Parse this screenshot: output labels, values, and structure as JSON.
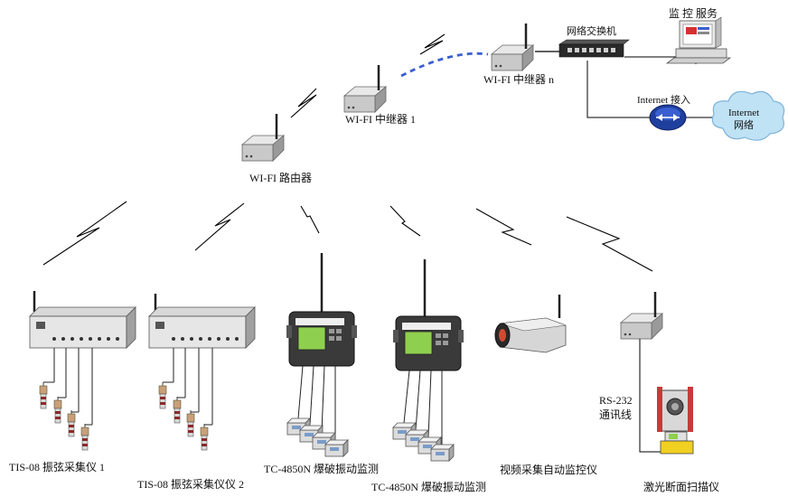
{
  "labels": {
    "monitor_service": "监 控 服务",
    "network_switch": "网络交换机",
    "wifi_repeater_n": "WI-FI 中继器  n",
    "wifi_repeater_1": "WI-FI 中继器 1",
    "wifi_router": "WI-FI 路由器",
    "internet_access": "Internet 接入",
    "internet_cloud_line1": "Internet",
    "internet_cloud_line2": "网络",
    "rs232_line1": "RS-232",
    "rs232_line2": "通讯线"
  },
  "devices": [
    {
      "id": "tis08-1",
      "label": "TIS-08 振弦采集仪 1"
    },
    {
      "id": "tis08-2",
      "label": "TIS-08 振弦采集仪仪  2"
    },
    {
      "id": "tc4850n-1",
      "label": "TC-4850N 爆破振动监测"
    },
    {
      "id": "tc4850n-2",
      "label": "TC-4850N 爆破振动监测"
    },
    {
      "id": "video",
      "label": "视频采集自动监控仪"
    },
    {
      "id": "laser",
      "label": "激光断面扫描仪"
    }
  ],
  "colors": {
    "device_body": "#b9b9b9",
    "device_front": "#e2e2e2",
    "wireless_link": "#3a5fd0",
    "cloud": "#bfe2f5",
    "internet_node": "#1f3f9e",
    "screen": "#8fcf4f",
    "sensor_band": "#8a2a2a"
  }
}
